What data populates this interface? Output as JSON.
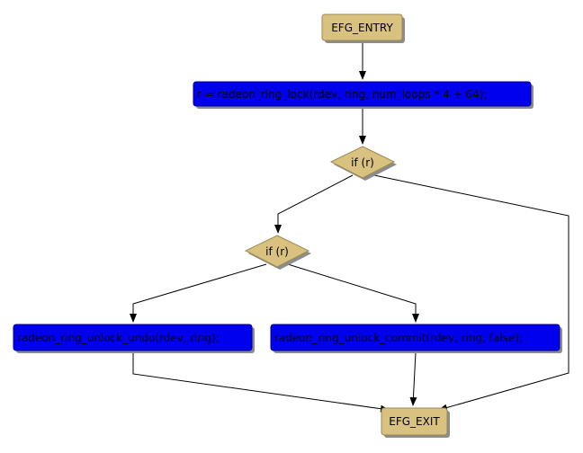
{
  "nodes": {
    "entry": "EFG_ENTRY",
    "lock": "r = radeon_ring_lock(rdev, ring, num_loops * 4 + 64);",
    "cond1": "if (r)",
    "cond2": "if (r)",
    "undo": "radeon_ring_unlock_undo(rdev, ring);",
    "commit": "radeon_ring_unlock_commit(rdev, ring, false);",
    "exit": "EFG_EXIT"
  },
  "colors": {
    "terminal_fill": "#d9c27f",
    "terminal_stroke": "#9c8a50",
    "statement_fill": "#0000ee",
    "statement_stroke": "#00008a",
    "decision_fill": "#d9c27f",
    "shadow": "#8c8c8c"
  }
}
